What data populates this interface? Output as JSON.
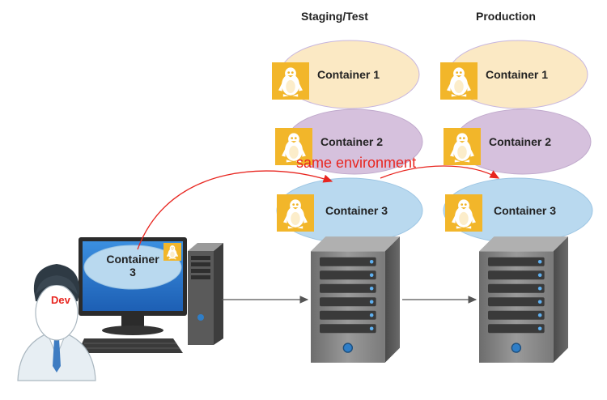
{
  "columns": {
    "staging": {
      "title": "Staging/Test"
    },
    "production": {
      "title": "Production"
    }
  },
  "containers": {
    "c1": "Container 1",
    "c2": "Container 2",
    "c3": "Container 3"
  },
  "dev": {
    "label": "Dev",
    "pc_container_line1": "Container",
    "pc_container_line2": "3"
  },
  "annotation": "same environment",
  "colors": {
    "container1": "#fbe9c4",
    "container2": "#d6c1dd",
    "container3": "#b9d9ef",
    "linux_badge": "#f2b62a",
    "arrow_red": "#e8251f",
    "server": "#8a8a8a"
  },
  "icons": [
    "linux-tux-icon",
    "server-icon",
    "desktop-pc-icon",
    "developer-avatar-icon"
  ]
}
